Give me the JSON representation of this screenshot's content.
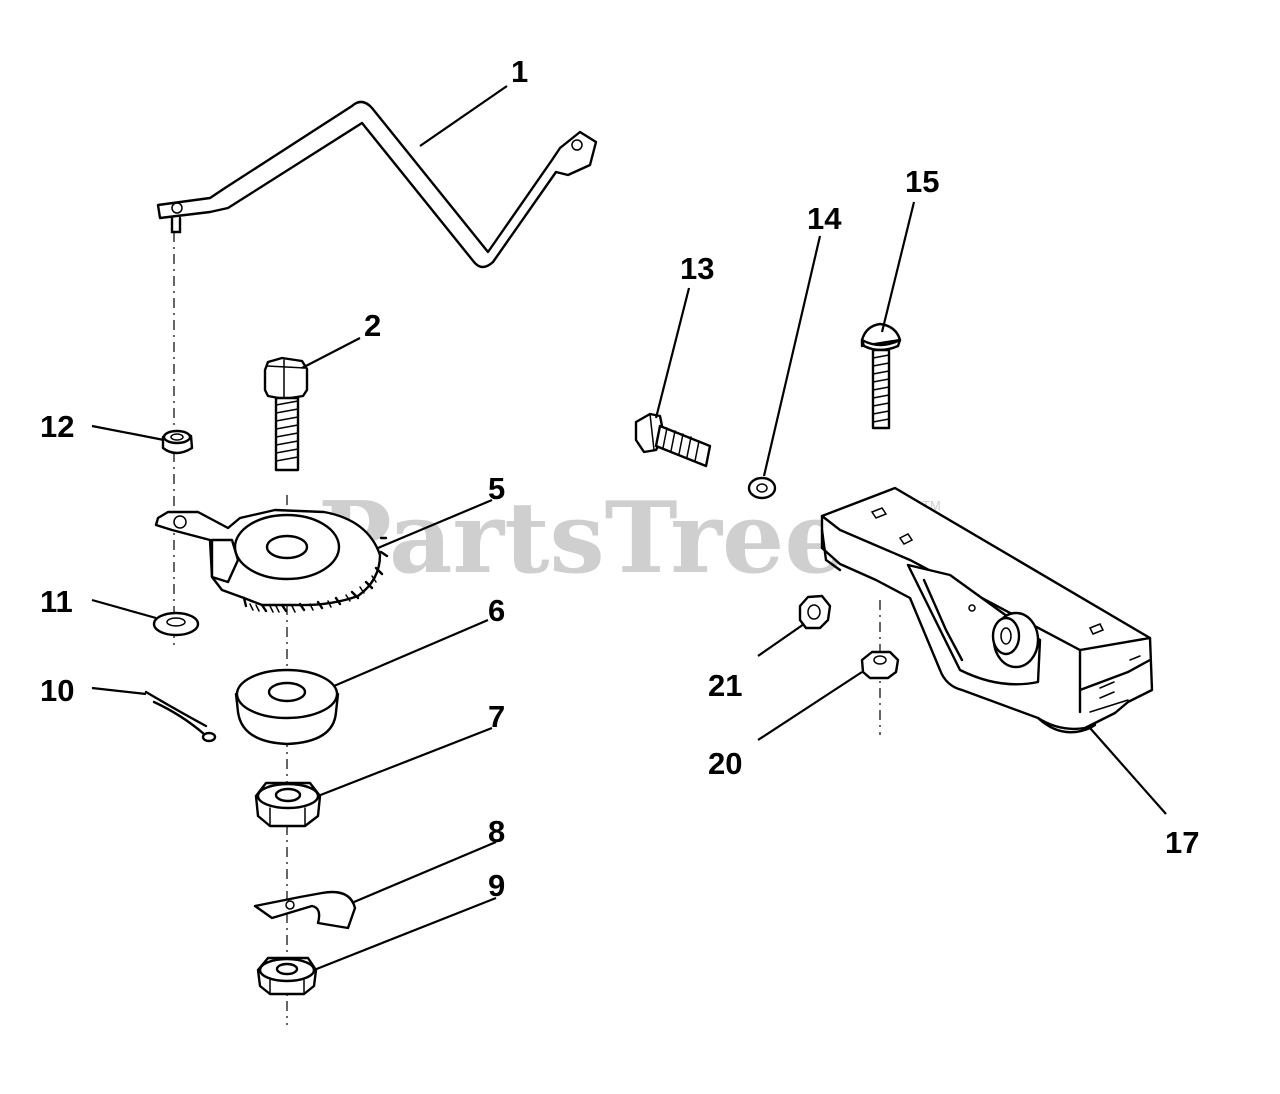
{
  "watermark": {
    "text": "PartsTree",
    "trademark": "TM"
  },
  "callouts": {
    "c1": "1",
    "c2": "2",
    "c5": "5",
    "c6": "6",
    "c7": "7",
    "c8": "8",
    "c9": "9",
    "c10": "10",
    "c11": "11",
    "c12": "12",
    "c13": "13",
    "c14": "14",
    "c15": "15",
    "c17": "17",
    "c20": "20",
    "c21": "21"
  }
}
